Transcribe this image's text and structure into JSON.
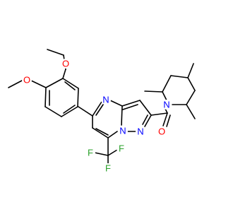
{
  "molecule": {
    "atom_labels": {
      "o_methoxy_top": "O",
      "o_methoxy_left": "O",
      "n_pyrimidine": "N",
      "n_bridge": "N",
      "n_pyrazole": "N",
      "o_carbonyl": "O",
      "n_piperidine": "N",
      "f_top": "F",
      "f_right": "F",
      "f_bottom": "F"
    },
    "colors": {
      "bond": "#000000",
      "oxygen": "#ff0000",
      "nitrogen": "#0000ff",
      "fluorine": "#2aa12a",
      "background": "#ffffff"
    }
  }
}
